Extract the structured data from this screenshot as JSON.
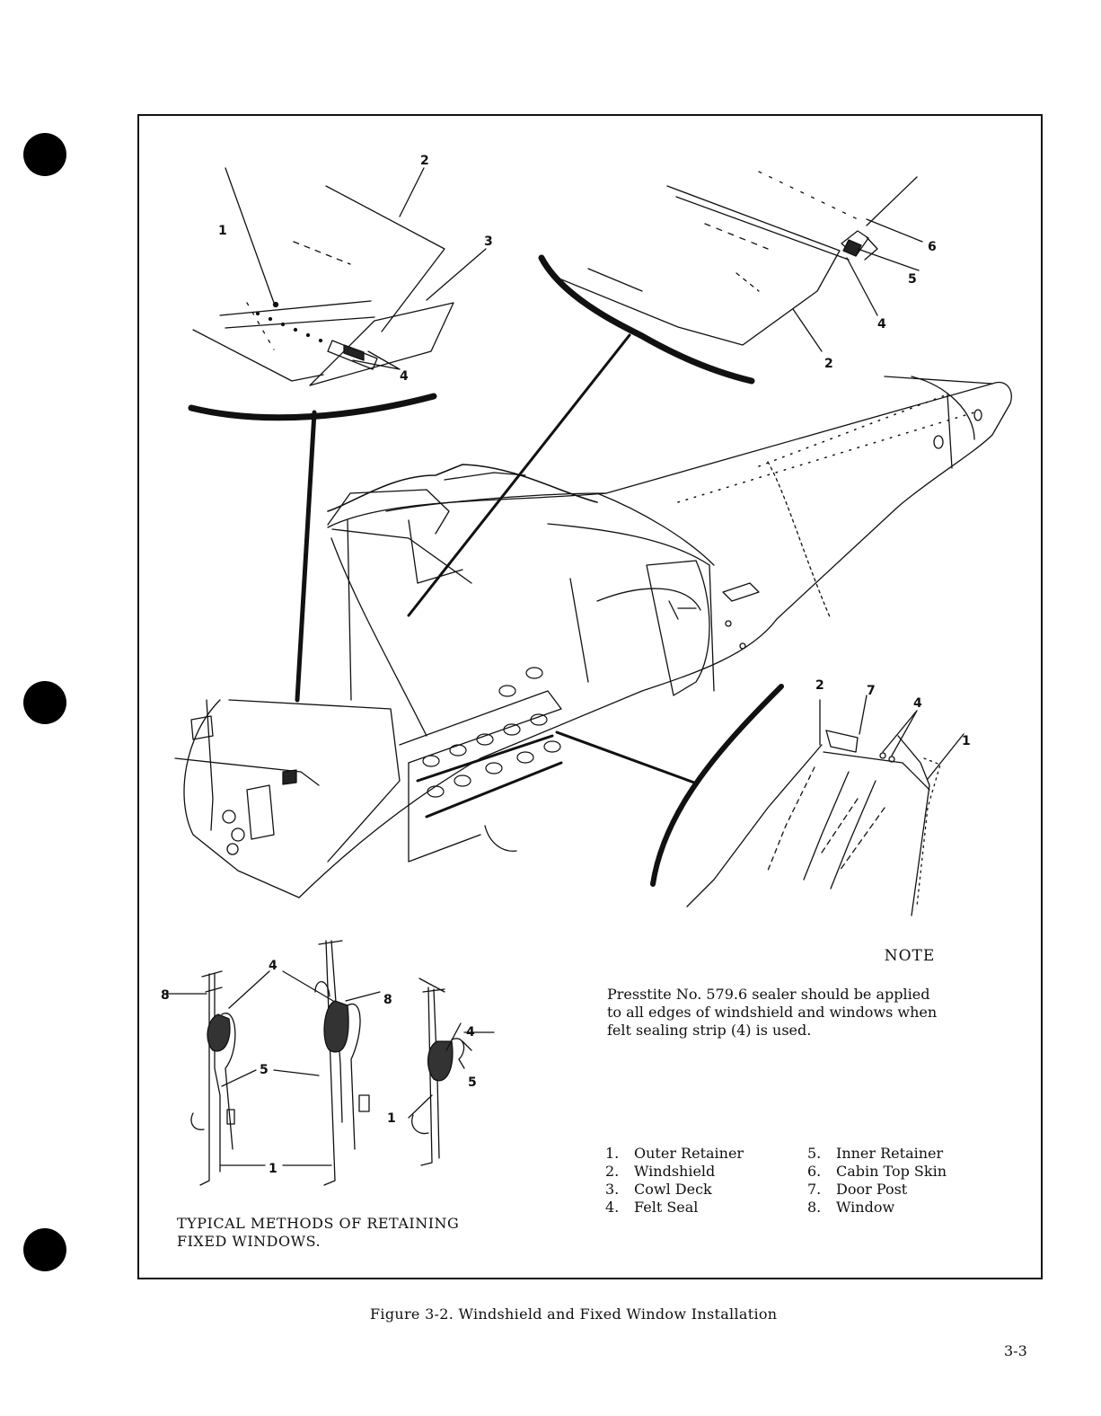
{
  "note": {
    "title": "NOTE",
    "body": "Presstite No. 579.6 sealer should be applied to all edges of windshield and windows when felt sealing strip (4) is used."
  },
  "legend": {
    "left": [
      {
        "num": "1.",
        "label": "Outer Retainer"
      },
      {
        "num": "2.",
        "label": "Windshield"
      },
      {
        "num": "3.",
        "label": "Cowl Deck"
      },
      {
        "num": "4.",
        "label": "Felt Seal"
      }
    ],
    "right": [
      {
        "num": "5.",
        "label": "Inner Retainer"
      },
      {
        "num": "6.",
        "label": "Cabin Top Skin"
      },
      {
        "num": "7.",
        "label": "Door Post"
      },
      {
        "num": "8.",
        "label": "Window"
      }
    ]
  },
  "retaining_caption": [
    "TYPICAL METHODS OF RETAINING",
    "FIXED WINDOWS."
  ],
  "figure_caption": "Figure 3-2.  Windshield and Fixed Window Installation",
  "page_number": "3-3",
  "callouts": {
    "detail_windshield_cowl": [
      "1",
      "2",
      "3",
      "4"
    ],
    "detail_windshield_top": [
      "6",
      "5",
      "4",
      "2"
    ],
    "detail_window": [
      "2",
      "7",
      "4",
      "1"
    ],
    "sections": [
      "4",
      "8",
      "8",
      "4",
      "5",
      "5",
      "1",
      "1"
    ]
  }
}
